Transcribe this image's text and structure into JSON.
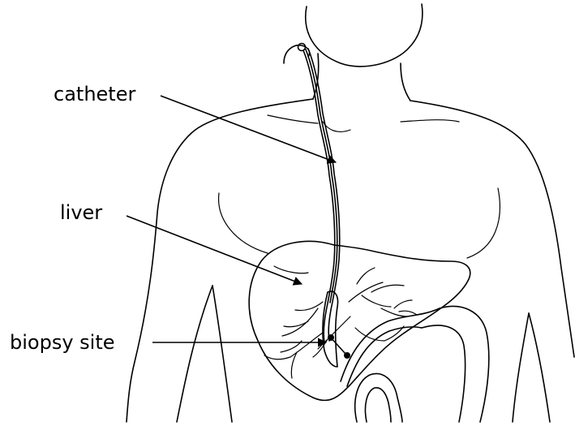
{
  "labels": {
    "catheter": "catheter",
    "liver": "liver",
    "biopsy_site": "biopsy site"
  },
  "colors": {
    "ink": "#000000",
    "background": "#ffffff"
  }
}
